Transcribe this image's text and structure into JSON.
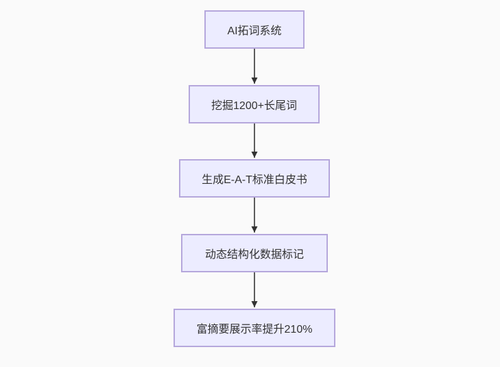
{
  "flowchart": {
    "type": "flowchart-vertical",
    "colors": {
      "background": "#fafafa",
      "node_fill": "#ececff",
      "node_border": "#b5a7dc",
      "node_text": "#333333",
      "edge": "#333333"
    },
    "nodes": [
      {
        "label": "AI拓词系统"
      },
      {
        "label": "挖掘1200+长尾词"
      },
      {
        "label": "生成E-A-T标准白皮书"
      },
      {
        "label": "动态结构化数据标记"
      },
      {
        "label": "富摘要展示率提升210%"
      }
    ],
    "edges": [
      {
        "from": "AI拓词系统",
        "to": "挖掘1200+长尾词"
      },
      {
        "from": "挖掘1200+长尾词",
        "to": "生成E-A-T标准白皮书"
      },
      {
        "from": "生成E-A-T标准白皮书",
        "to": "动态结构化数据标记"
      },
      {
        "from": "动态结构化数据标记",
        "to": "富摘要展示率提升210%"
      }
    ]
  }
}
